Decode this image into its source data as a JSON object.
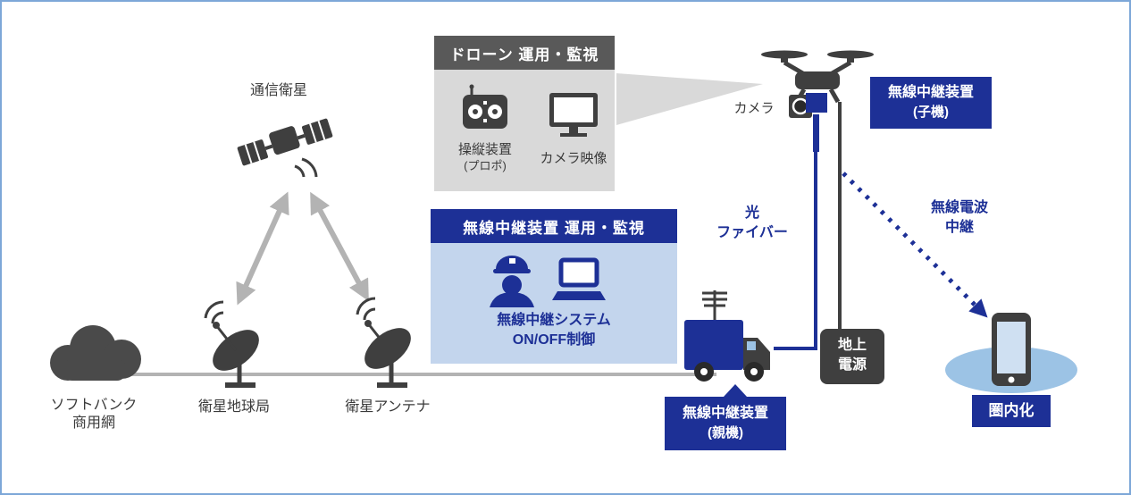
{
  "colors": {
    "accent_blue": "#1d3096",
    "light_blue_panel": "#c3d5ed",
    "gray_panel": "#d9d9d9",
    "gray_header": "#595959",
    "dark_icon": "#3f3f3f",
    "line_gray": "#b3b3b3",
    "coverage_ellipse": "#9cc3e5",
    "border": "#7da7d8"
  },
  "nodes": {
    "satellite_label": "通信衛星",
    "cloud_line1": "ソフトバンク",
    "cloud_line2": "商用網",
    "earth_station_label": "衛星地球局",
    "sat_antenna_label": "衛星アンテナ",
    "camera_label": "カメラ",
    "ground_power_line1": "地上",
    "ground_power_line2": "電源",
    "coverage_label": "圏内化"
  },
  "drone_panel": {
    "title": "ドローン 運用・監視",
    "controller_label": "操縦装置",
    "controller_sub": "(プロポ)",
    "monitor_label": "カメラ映像"
  },
  "relay_panel": {
    "title": "無線中継装置 運用・監視",
    "line1": "無線中継システム",
    "line2": "ON/OFF制御"
  },
  "links": {
    "fiber_line1": "光",
    "fiber_line2": "ファイバー",
    "radio_line1": "無線電波",
    "radio_line2": "中継"
  },
  "badges": {
    "child_line1": "無線中継装置",
    "child_line2": "(子機)",
    "parent_line1": "無線中継装置",
    "parent_line2": "(親機)"
  }
}
